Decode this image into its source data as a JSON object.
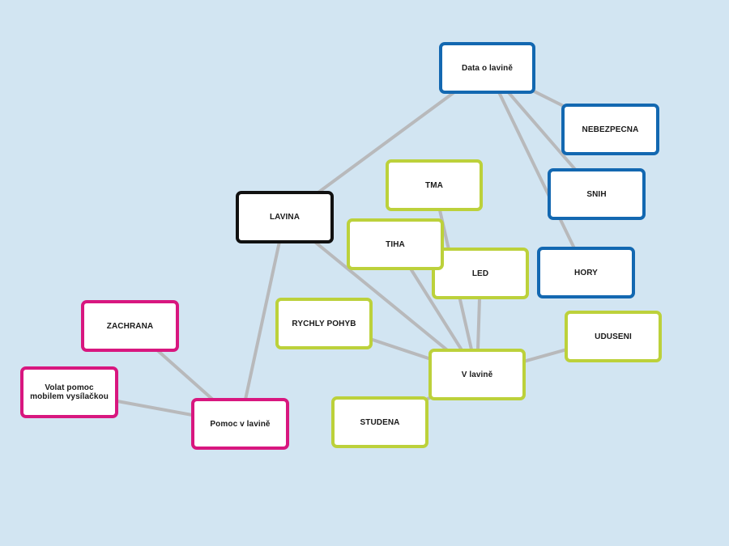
{
  "mindmap": {
    "colors": {
      "background": "#d2e5f2",
      "connector": "#b8b9bb",
      "central": "#111111",
      "data_branch": "#1368b1",
      "in_avalanche_branch": "#bcd13b",
      "help_branch": "#d8177f"
    },
    "nodes": {
      "lavina": "LAVINA",
      "data_o_lavine": "Data o lavině",
      "nebezpecna": "NEBEZPECNA",
      "snih": "SNIH",
      "hory": "HORY",
      "v_lavine": "V lavině",
      "tma": "TMA",
      "tiha": "TIHA",
      "led": "LED",
      "rychly_pohyb": "RYCHLY POHYB",
      "uduseni": "UDUSENI",
      "studena": "STUDENA",
      "pomoc_v_lavine": "Pomoc v lavině",
      "zachrana": "ZACHRANA",
      "volat_pomoc": "Volat pomoc mobilem vysílačkou"
    },
    "edges": [
      [
        "lavina",
        "data_o_lavine"
      ],
      [
        "data_o_lavine",
        "nebezpecna"
      ],
      [
        "data_o_lavine",
        "snih"
      ],
      [
        "data_o_lavine",
        "hory"
      ],
      [
        "lavina",
        "v_lavine"
      ],
      [
        "lavina",
        "pomoc_v_lavine"
      ],
      [
        "v_lavine",
        "tma"
      ],
      [
        "v_lavine",
        "tiha"
      ],
      [
        "v_lavine",
        "led"
      ],
      [
        "v_lavine",
        "rychly_pohyb"
      ],
      [
        "v_lavine",
        "uduseni"
      ],
      [
        "v_lavine",
        "studena"
      ],
      [
        "pomoc_v_lavine",
        "zachrana"
      ],
      [
        "pomoc_v_lavine",
        "volat_pomoc"
      ]
    ]
  }
}
